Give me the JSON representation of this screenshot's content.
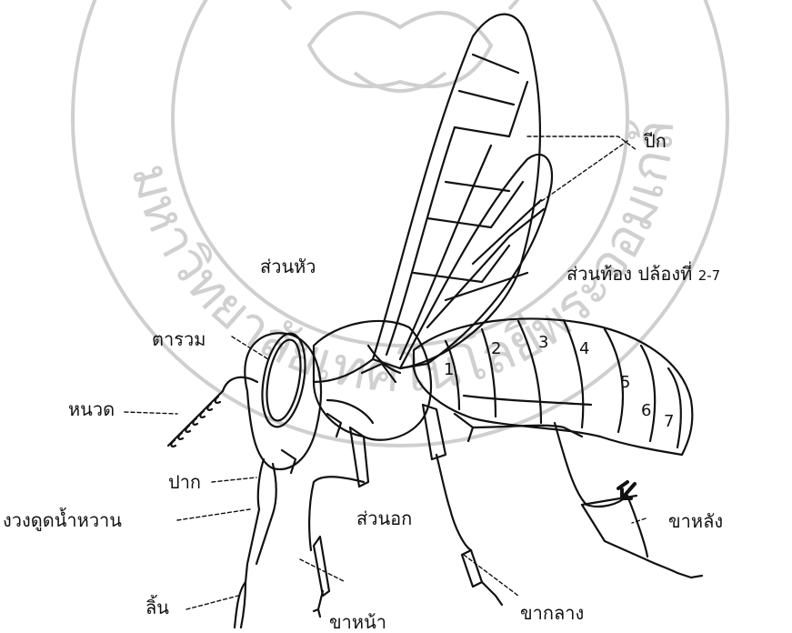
{
  "watermark": {
    "ring_text": "มหาวิทยาลัยเทคโนโลยีพระจอมเกล้าธนบุรี",
    "color": "#c8c8c8"
  },
  "labels": {
    "wings": "ปีก",
    "head": "ส่วนหัว",
    "abdomen": "ส่วนท้อง ปล้องที่",
    "abdomen_range": "2-7",
    "compound_eye": "ตารวม",
    "antenna": "หนวด",
    "mouth": "ปาก",
    "proboscis": "งวงดูดน้ำหวาน",
    "tongue": "ลิ้น",
    "thorax": "ส่วนอก",
    "foreleg": "ขาหน้า",
    "midleg": "ขากลาง",
    "hindleg": "ขาหลัง"
  },
  "segments": [
    "1",
    "2",
    "3",
    "4",
    "5",
    "6",
    "7"
  ],
  "colors": {
    "ink": "#111111"
  }
}
